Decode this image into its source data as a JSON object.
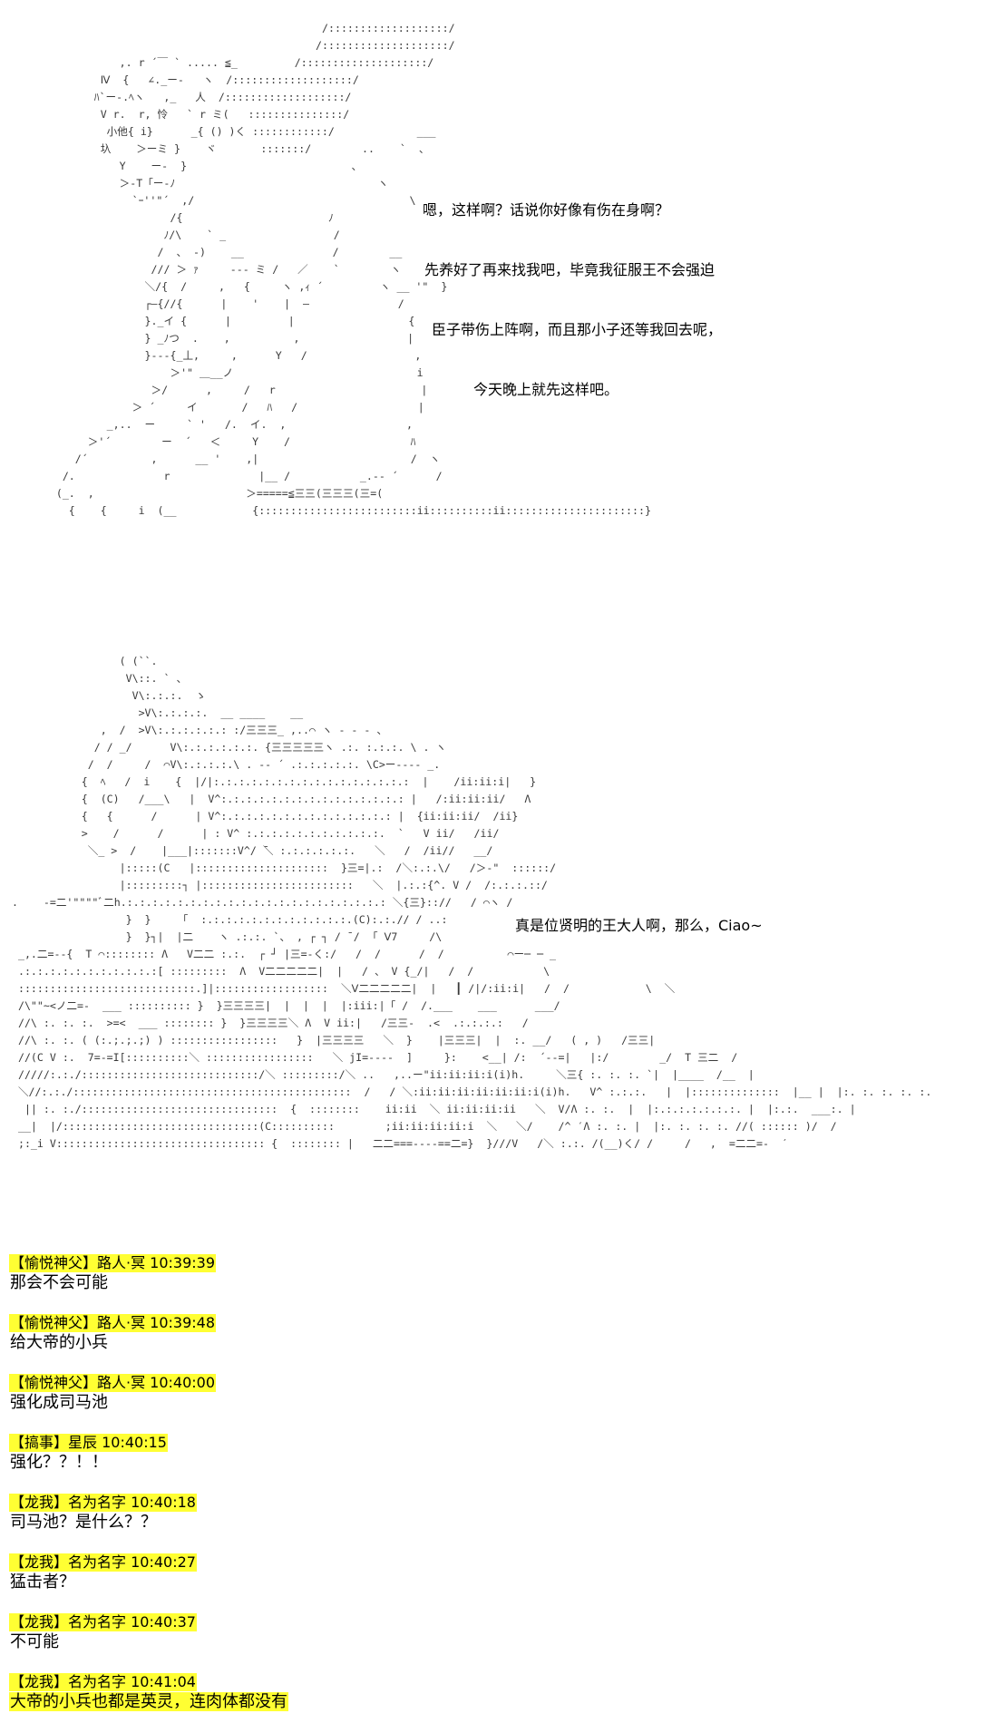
{
  "dialog_1": [
    "嗯，这样啊？话说你好像有伤在身啊？",
    "先养好了再来找我吧，毕竟我征服王不会强迫",
    "臣子带伤上阵啊，而且那小子还等我回去呢，",
    "今天晚上就先这样吧。"
  ],
  "dialog_2": "真是位贤明的王大人啊，那么，Ciao~",
  "chat": [
    {
      "header": "【愉悦神父】路人·冥 10:39:39",
      "body": "那会不会可能",
      "body_highlight": false
    },
    {
      "header": "【愉悦神父】路人·冥 10:39:48",
      "body": "给大帝的小兵",
      "body_highlight": false
    },
    {
      "header": "【愉悦神父】路人·冥 10:40:00",
      "body": "强化成司马池",
      "body_highlight": false
    },
    {
      "header": "【搞事】星辰 10:40:15",
      "body": "强化？？！！",
      "body_highlight": false
    },
    {
      "header": "【龙我】名为名字 10:40:18",
      "body": "司马池？是什么？？",
      "body_highlight": false
    },
    {
      "header": "【龙我】名为名字 10:40:27",
      "body": "猛击者？",
      "body_highlight": false
    },
    {
      "header": "【龙我】名为名字 10:40:37",
      "body": "不可能",
      "body_highlight": false
    },
    {
      "header": "【龙我】名为名字 10:41:04",
      "body": "大帝的小兵也都是英灵，连肉体都没有",
      "body_highlight": true
    }
  ],
  "colors": {
    "highlight": "#ffff33",
    "text": "#000000",
    "art": "#3a3a3a",
    "background": "#ffffff"
  }
}
